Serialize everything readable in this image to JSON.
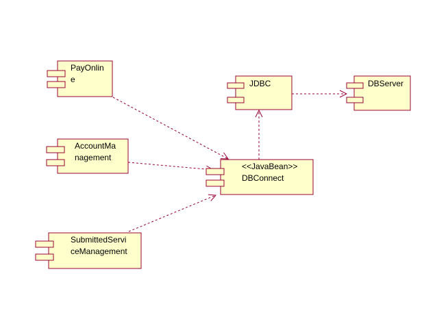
{
  "diagram": {
    "colors": {
      "component_fill": "#ffffcc",
      "component_border": "#990033",
      "connector": "#990033",
      "background": "#ffffff"
    },
    "components": {
      "payonline": {
        "lines": [
          "PayOnlin",
          "e"
        ]
      },
      "account": {
        "lines": [
          "AccountMa",
          "nagement"
        ]
      },
      "submitted": {
        "lines": [
          "SubmittedServi",
          "ceManagement"
        ]
      },
      "dbconnect": {
        "lines": [
          "<<JavaBean>>",
          "DBConnect"
        ]
      },
      "jdbc": {
        "lines": [
          "JDBC"
        ]
      },
      "dbserver": {
        "lines": [
          "DBServer"
        ]
      }
    },
    "dependencies": [
      {
        "from": "PayOnline",
        "to": "DBConnect"
      },
      {
        "from": "AccountManagement",
        "to": "DBConnect"
      },
      {
        "from": "SubmittedServiceManagement",
        "to": "DBConnect"
      },
      {
        "from": "DBConnect",
        "to": "JDBC"
      },
      {
        "from": "JDBC",
        "to": "DBServer"
      }
    ]
  }
}
